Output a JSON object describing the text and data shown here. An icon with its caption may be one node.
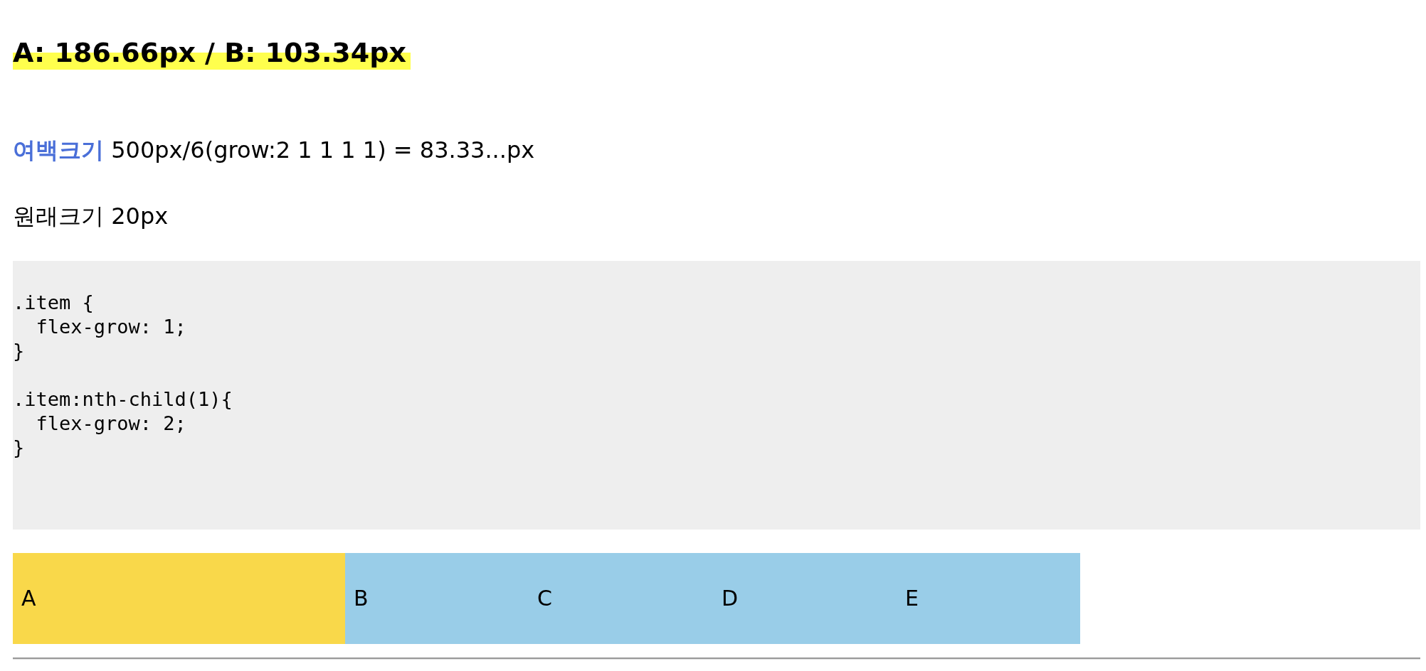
{
  "diagram": {
    "title": "A: 186.66px / B: 103.34px",
    "nodes": [
      {
        "text": [
          "A"
        ]
      },
      {
        "text": [
          "B"
        ]
      },
      {
        "text": [
          "C"
        ]
      },
      {
        "text": [
          "D"
        ]
      },
      {
        "text": [
          "E"
        ]
      }
    ],
    "labels": [
      "**여백크기** 500px/6(grow:2 1 1 1 1) = 83.33...px",
      "원래크기 20px",
      ".item {",
      "  flex-grow: 1;",
      "}",
      ".item:nth-child(1){",
      "  flex-grow: 2;",
      "}"
    ]
  }
}
